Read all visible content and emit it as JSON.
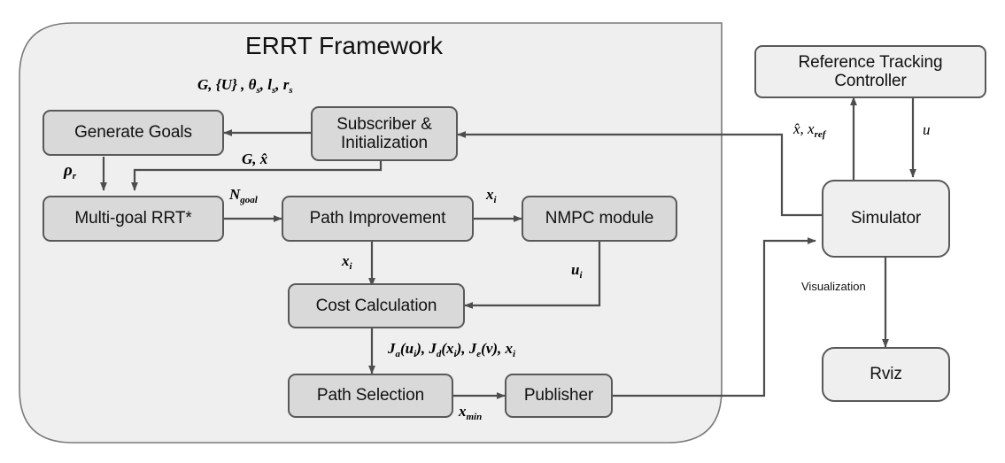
{
  "diagram": {
    "title": "ERRT Framework",
    "container_fill": "#efefef",
    "container_stroke": "#7a7a7a",
    "inner_node_fill": "#d9d9d9",
    "outer_node_fill": "#efefef",
    "node_stroke": "#595959",
    "arrow_color": "#4d4d4d"
  },
  "nodes": {
    "generate_goals": "Generate Goals",
    "subscriber_init_line1": "Subscriber &",
    "subscriber_init_line2": "Initialization",
    "multi_goal_rrt": "Multi-goal RRT*",
    "path_improvement": "Path Improvement",
    "nmpc_module": "NMPC module",
    "cost_calculation": "Cost Calculation",
    "path_selection": "Path Selection",
    "publisher": "Publisher",
    "reference_tracking_line1": "Reference Tracking",
    "reference_tracking_line2": "Controller",
    "simulator": "Simulator",
    "rviz": "Rviz"
  },
  "edge_labels": {
    "subscriber_inputs": "G, {U} , θ",
    "subscriber_inputs_sub1": "s",
    "subscriber_inputs_mid": ", l",
    "subscriber_inputs_sub2": "s",
    "subscriber_inputs_end": ", r",
    "subscriber_inputs_sub3": "s",
    "rho_r": "ρ",
    "rho_r_sub": "r",
    "g_xhat": "G, x̂",
    "n_goal": "N",
    "n_goal_sub": "goal",
    "x_i_right": "x",
    "x_i_right_sub": "i",
    "x_i_down": "x",
    "x_i_down_sub": "i",
    "u_i": "u",
    "u_i_sub": "i",
    "cost_terms": "J",
    "cost_terms_full": "Jₐ(uᵢ), J_d(xᵢ), Jₑ(v), xᵢ",
    "x_min": "x",
    "x_min_sub": "min",
    "xhat_xref": "x̂, x",
    "xhat_xref_sub": "ref",
    "u_control": "u",
    "visualization": "Visualization"
  }
}
